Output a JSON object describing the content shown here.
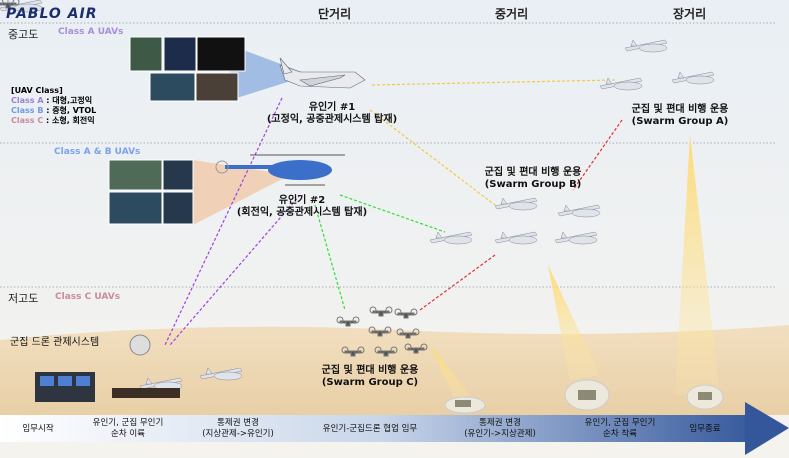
{
  "logo": "PABLO AIR",
  "columns": [
    "단거리",
    "중거리",
    "장거리"
  ],
  "altitudes": [
    "중고도",
    "저고도"
  ],
  "class_labels": {
    "a": "Class A UAVs",
    "ab": "Class A & B UAVs",
    "c": "Class C UAVs"
  },
  "legend": {
    "title": "[UAV Class]",
    "items": [
      {
        "name": "Class A",
        "desc": " : 대형,고정익",
        "color": "#9b7fd4"
      },
      {
        "name": "Class B",
        "desc": " : 중형, VTOL",
        "color": "#6e9ae6"
      },
      {
        "name": "Class C",
        "desc": " : 소형, 회전익",
        "color": "#c98aa0"
      }
    ]
  },
  "aircraft": {
    "manned1": {
      "name": "유인기 #1",
      "desc": "(고정익, 공중관제시스템 탑재)"
    },
    "manned2": {
      "name": "유인기 #2",
      "desc": "(회전익, 공중관제시스템 탑재)"
    }
  },
  "swarms": {
    "a": {
      "name": "군집 및 편대 비행 운용",
      "group": "(Swarm Group A)"
    },
    "b": {
      "name": "군집 및 편대 비행 운용",
      "group": "(Swarm Group B)"
    },
    "c": {
      "name": "군집 및 편대 비행 운용",
      "group": "(Swarm Group C)"
    }
  },
  "ground_station": "군집 드론 관제시스템",
  "timeline": [
    {
      "l1": "임무시작",
      "l2": ""
    },
    {
      "l1": "유인기, 군집 무인기",
      "l2": "순차 이륙"
    },
    {
      "l1": "통제권 변경",
      "l2": "(지상관제->유인기)"
    },
    {
      "l1": "유인기-군집드론 협업 임무",
      "l2": ""
    },
    {
      "l1": "통제권 변경",
      "l2": "(유인기->지상관제)"
    },
    {
      "l1": "유인기, 군집 무인기",
      "l2": "순차 착륙"
    },
    {
      "l1": "임무종료",
      "l2": ""
    }
  ]
}
